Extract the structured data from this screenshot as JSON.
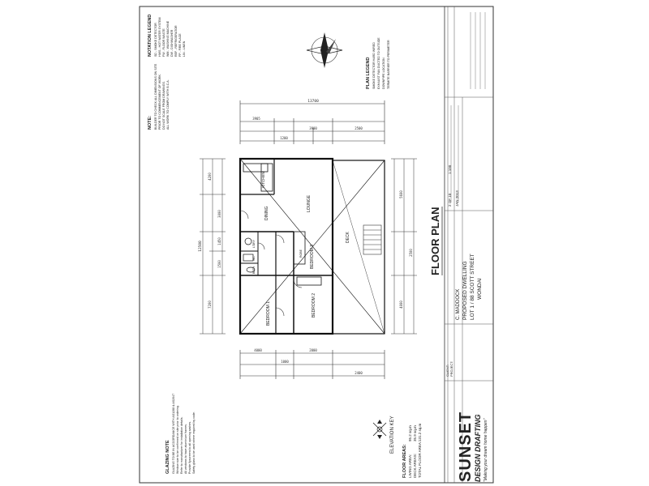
{
  "title_block": {
    "company_main": "SUNSET",
    "company_sub": "DESIGN DRAFTING",
    "tagline": "\"Making your dream home happen\"",
    "client_label": "CLIENT:",
    "client": "C. MADDOCK",
    "project_label": "PROJECT:",
    "project": "PROPOSED DWELLING",
    "address": "LOT 1 / 88 SCOTT STREET",
    "town": "WONDAI",
    "sheet": "2 OF 10",
    "scale": "1:100",
    "date": "JAN 2013"
  },
  "plan": {
    "title": "FLOOR PLAN",
    "elevation_key": "ELEVATION KEY",
    "plan_legend_title": "PLAN LEGEND",
    "rooms": {
      "lounge": "LOUNGE",
      "dining": "DINING",
      "kitchen": "KITCHEN",
      "bed1": "BEDROOM 1",
      "bed2": "BEDROOM 2",
      "bed3": "BEDROOM 3",
      "deck": "DECK",
      "robe": "ROBE",
      "laundry": "L'DRY",
      "bath": "BATH",
      "wc": "WC"
    },
    "dims": {
      "d1": "13700",
      "d2": "12500",
      "d3": "7200",
      "d4": "4200",
      "d5": "3000",
      "d6": "1450",
      "d7": "2000",
      "d8": "2400",
      "d9": "1000",
      "d10": "1500",
      "d11": "2500",
      "d12": "5600",
      "d13": "4000",
      "d14": "3900",
      "d15": "3905",
      "d16": "1200"
    },
    "floor_areas_title": "FLOOR AREAS:",
    "area_rows": [
      {
        "label": "LIVING AREA:",
        "value": "95.2 sq.m"
      },
      {
        "label": "DECK AREAS:",
        "value": "35.9 sq.m"
      },
      {
        "label": "TOTAL FLOOR AREA:",
        "value": "131.2 sq.m"
      }
    ]
  },
  "notes": {
    "glazing_title": "GLAZING NOTE",
    "glazing_lines": [
      "GLAZING TO BE IN ACCORDANCE WITH AS1288 & AS2047",
      "Window size to be confirmed on site prior to ordering.",
      "Refer to manufacturer for installation details.",
      "All windows to have aluminium frames.",
      "Provide flyscreens to all opening sashes.",
      "Safety glass to be used where required by code."
    ],
    "note_title": "NOTE:",
    "note_lines": [
      "BUILDER TO CHECK ALL DIMENSIONS ON SITE",
      "PRIOR TO COMMENCEMENT OF WORK.",
      "DO NOT SCALE FROM DRAWINGS.",
      "ALL WORK TO COMPLY WITH B.C.A."
    ],
    "notation_title": "NOTATION LEGEND",
    "notation_lines": [
      "SD - SMOKE DETECTOR",
      "HWS - HOT WATER SYSTEM",
      "FW - FLOOR WASTE",
      "WM - WASHING MACHINE",
      "DW - DISHWASHER",
      "REF - REFRIGERATOR",
      "FP - FIRE PLACE",
      "LIN - LINEN"
    ],
    "legend_lines": [
      "SMOKE DETECTOR HARD WIRED",
      "EXHAUST FAN DUCTED TO OUTSIDE",
      "DOWNPIPE LOCATION",
      "TERMITE BARRIER TO PERIMETER"
    ]
  }
}
